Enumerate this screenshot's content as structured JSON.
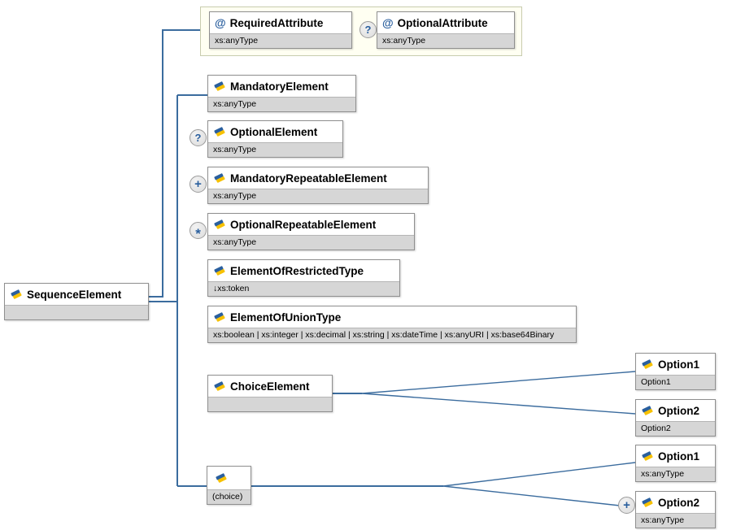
{
  "diagram_title": "XML schema content model diagram",
  "colors": {
    "connector": "#3b6c9e",
    "box_border": "#8f8f8f",
    "type_row_bg": "#d6d6d6",
    "attr_group_bg": "#fffff2",
    "attr_group_border": "#c8ccae",
    "badge_glyph": "#2a5f9e",
    "element_icon_blue": "#2a5f9e",
    "element_icon_yellow": "#f7c100"
  },
  "icons": {
    "attribute_icon": "@",
    "element_icon": "blue-yellow-ribbon"
  },
  "badges": {
    "optional": "?",
    "required_repeatable": "+",
    "optional_repeatable": "*"
  },
  "boxes": {
    "sequence": {
      "name": "SequenceElement",
      "type": ""
    },
    "required_attr": {
      "name": "RequiredAttribute",
      "type": "xs:anyType"
    },
    "optional_attr": {
      "name": "OptionalAttribute",
      "type": "xs:anyType"
    },
    "mandatory": {
      "name": "MandatoryElement",
      "type": "xs:anyType"
    },
    "optional": {
      "name": "OptionalElement",
      "type": "xs:anyType"
    },
    "mandatory_rep": {
      "name": "MandatoryRepeatableElement",
      "type": "xs:anyType"
    },
    "optional_rep": {
      "name": "OptionalRepeatableElement",
      "type": "xs:anyType"
    },
    "restricted": {
      "name": "ElementOfRestrictedType",
      "type": "↓xs:token"
    },
    "union": {
      "name": "ElementOfUnionType",
      "type": "xs:boolean | xs:integer | xs:decimal | xs:string | xs:dateTime | xs:anyURI | xs:base64Binary"
    },
    "choice_el": {
      "name": "ChoiceElement",
      "type": ""
    },
    "choice_opt1": {
      "name": "Option1",
      "type": "Option1"
    },
    "choice_opt2": {
      "name": "Option2",
      "type": "Option2"
    },
    "anon_choice": {
      "name": "",
      "type": "(choice)"
    },
    "anon_opt1": {
      "name": "Option1",
      "type": "xs:anyType"
    },
    "anon_opt2": {
      "name": "Option2",
      "type": "xs:anyType"
    }
  }
}
